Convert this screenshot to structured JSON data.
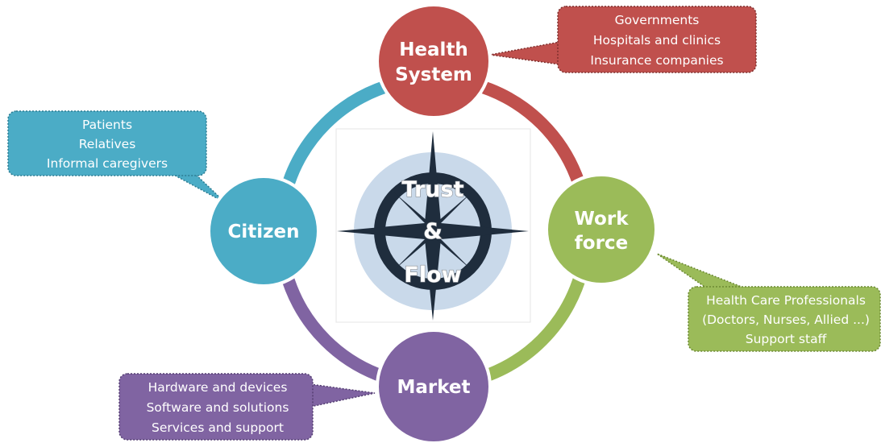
{
  "nodes": {
    "health_system": {
      "lines": [
        "Health",
        "System"
      ],
      "color": "#c0504d"
    },
    "workforce": {
      "lines": [
        "Work",
        "force"
      ],
      "color": "#9bbb59"
    },
    "market": {
      "lines": [
        "Market"
      ],
      "color": "#8064a2"
    },
    "citizen": {
      "lines": [
        "Citizen"
      ],
      "color": "#4bacc6"
    }
  },
  "callouts": {
    "health_system": [
      "Governments",
      "Hospitals and clinics",
      "Insurance companies"
    ],
    "citizen": [
      "Patients",
      "Relatives",
      "Informal caregivers"
    ],
    "workforce": [
      "Health Care Professionals",
      "(Doctors, Nurses, Allied ...)",
      "Support staff"
    ],
    "market": [
      "Hardware and devices",
      "Software and solutions",
      "Services and support"
    ]
  },
  "center": {
    "lines": [
      "Trust",
      "&",
      "Flow"
    ],
    "compass_color": "#1f2d3d",
    "disc_color": "#c9d9ea"
  }
}
